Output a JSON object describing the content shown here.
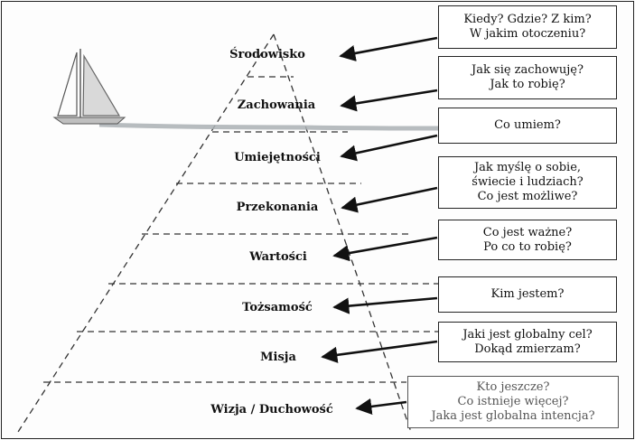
{
  "levels": [
    {
      "label": "Środowisko",
      "questions": [
        "Kiedy? Gdzie? Z kim?",
        "W jakim otoczeniu?"
      ]
    },
    {
      "label": "Zachowania",
      "questions": [
        "Jak się zachowuję?",
        "Jak to robię?"
      ]
    },
    {
      "label": "Umiejętności",
      "questions": [
        "Co umiem?"
      ]
    },
    {
      "label": "Przekonania",
      "questions": [
        "Jak myślę o sobie,",
        "świecie i ludziach?",
        "Co jest możliwe?"
      ]
    },
    {
      "label": "Wartości",
      "questions": [
        "Co jest ważne?",
        "Po co to robię?"
      ]
    },
    {
      "label": "Tożsamość",
      "questions": [
        "Kim jestem?"
      ]
    },
    {
      "label": "Misja",
      "questions": [
        "Jaki jest globalny cel?",
        "Dokąd zmierzam?"
      ]
    },
    {
      "label": "Wizja / Duchowość",
      "questions": [
        "Kto jeszcze?",
        "Co istnieje więcej?",
        "Jaka jest globalna intencja?"
      ]
    }
  ]
}
